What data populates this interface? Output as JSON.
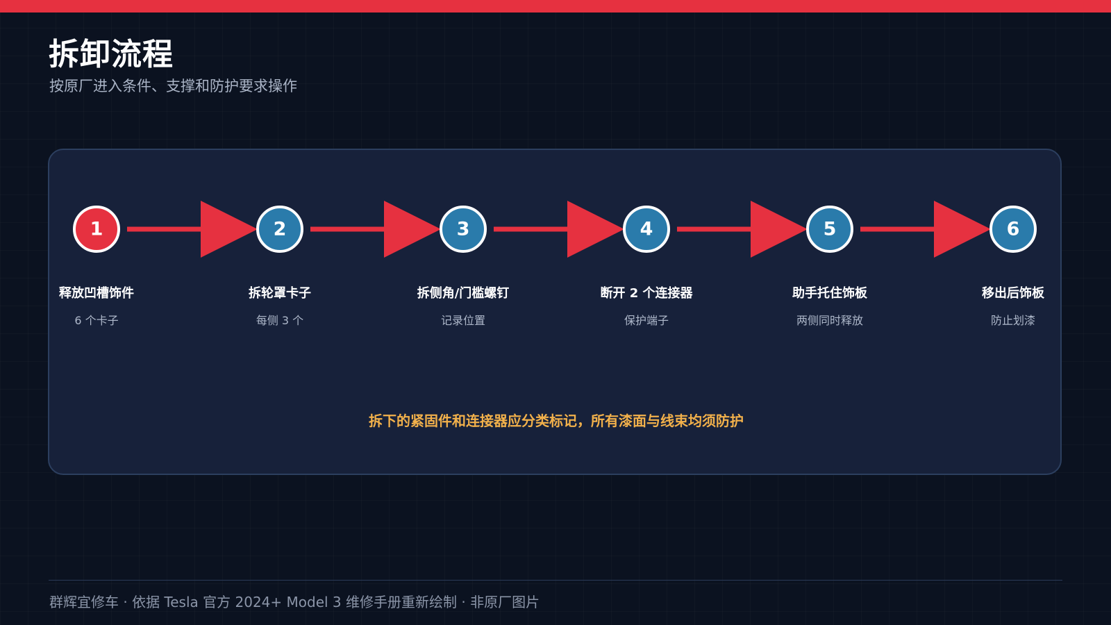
{
  "colors": {
    "accent_red": "#e63140",
    "step_blue": "#2a7bab",
    "note_orange": "#f2b14b",
    "background": "#0b1220",
    "panel": "#17213a"
  },
  "header": {
    "title": "拆卸流程",
    "subtitle": "按原厂进入条件、支撑和防护要求操作"
  },
  "flow": {
    "steps": [
      {
        "number": "1",
        "label": "释放凹槽饰件",
        "detail": "6 个卡子",
        "highlight": true
      },
      {
        "number": "2",
        "label": "拆轮罩卡子",
        "detail": "每侧 3 个",
        "highlight": false
      },
      {
        "number": "3",
        "label": "拆侧角/门槛螺钉",
        "detail": "记录位置",
        "highlight": false
      },
      {
        "number": "4",
        "label": "断开 2 个连接器",
        "detail": "保护端子",
        "highlight": false
      },
      {
        "number": "5",
        "label": "助手托住饰板",
        "detail": "两侧同时释放",
        "highlight": false
      },
      {
        "number": "6",
        "label": "移出后饰板",
        "detail": "防止划漆",
        "highlight": false
      }
    ],
    "note": "拆下的紧固件和连接器应分类标记，所有漆面与线束均须防护"
  },
  "footer": {
    "text": "群辉宜修车 · 依据 Tesla 官方 2024+ Model 3 维修手册重新绘制 · 非原厂图片"
  }
}
